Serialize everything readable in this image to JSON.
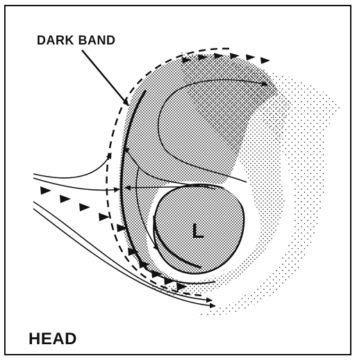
{
  "labels": {
    "dark_band": "DARK BAND",
    "head": "HEAD",
    "low": "L"
  },
  "colors": {
    "ink": "#111111",
    "background": "#ffffff"
  }
}
